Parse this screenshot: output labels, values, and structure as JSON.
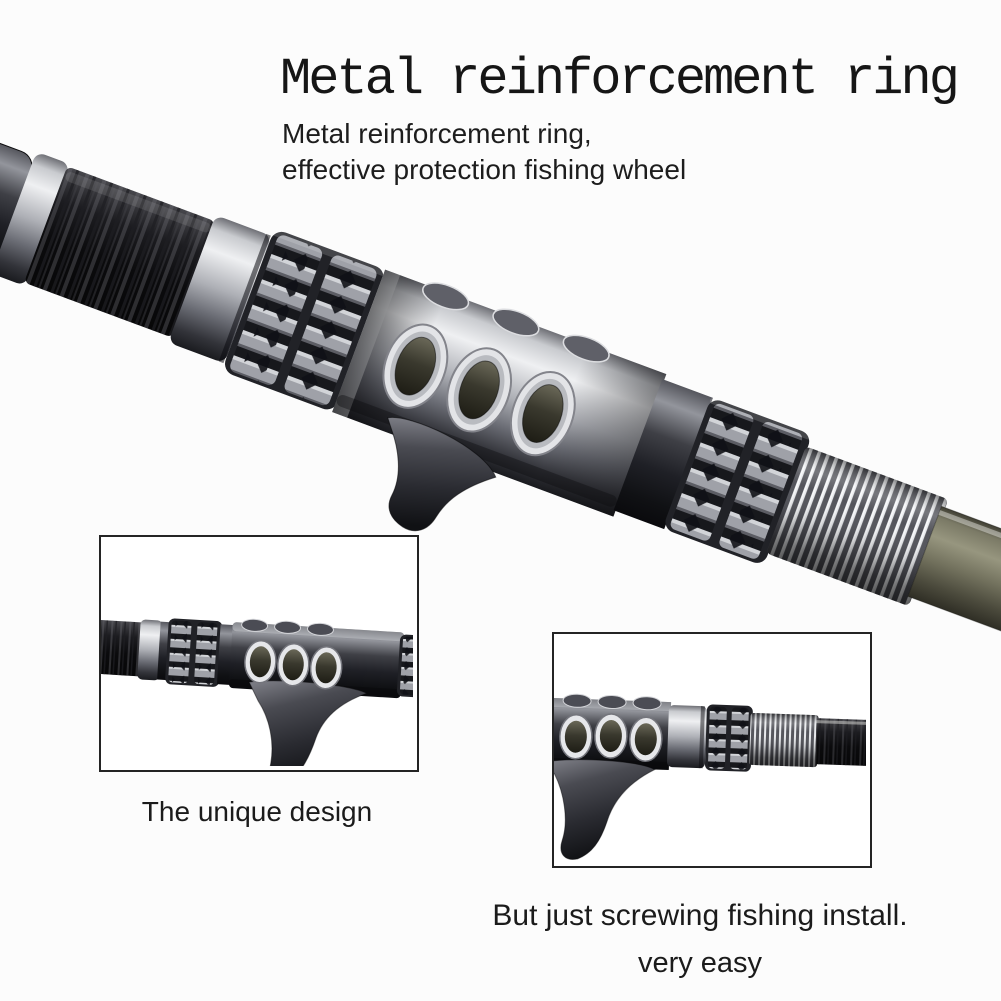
{
  "page": {
    "background": "#fcfcfc",
    "text_color": "#1a1a1a"
  },
  "header": {
    "title": "Metal reinforcement ring",
    "subtitle_lines": [
      "Metal reinforcement ring,",
      "effective protection fishing wheel"
    ]
  },
  "captions": {
    "left_inset": "The unique design",
    "bottom_line1": "But just screwing fishing install.",
    "bottom_line2": "very easy"
  },
  "photo": {
    "subject": "fishing-rod-reel-seat-closeup",
    "colors": {
      "metal_highlight": "#eff0f2",
      "metal_mid": "#aeb0b6",
      "metal_shadow": "#1a1b1f",
      "gear_ring_dark": "#212227",
      "carbon_black": "#0b0b0d",
      "rod_blank_olive": "#97967f",
      "thread_light": "#e9ebee",
      "thread_dark": "#53545b",
      "inset_border": "#242424"
    }
  }
}
